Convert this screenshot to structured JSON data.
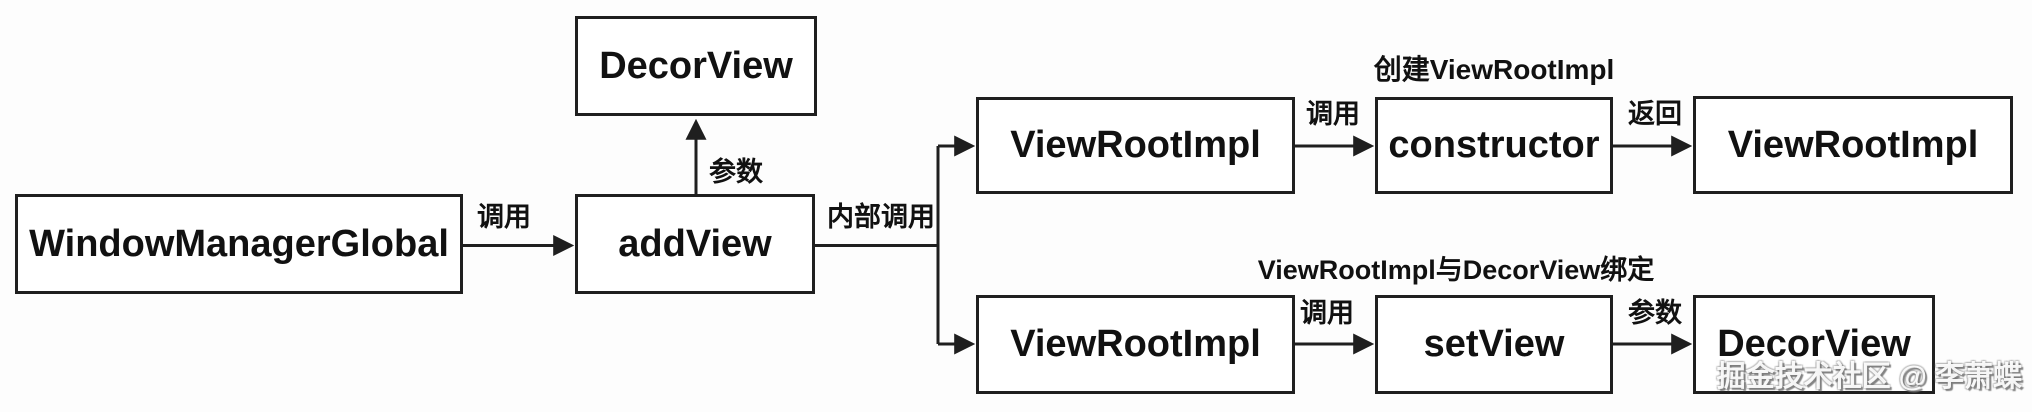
{
  "nodes": {
    "wmg": {
      "label": "WindowManagerGlobal"
    },
    "add_view": {
      "label": "addView"
    },
    "decor_view_top": {
      "label": "DecorView"
    },
    "vri_top": {
      "label": "ViewRootImpl"
    },
    "constructor": {
      "label": "constructor"
    },
    "vri_result": {
      "label": "ViewRootImpl"
    },
    "vri_bottom": {
      "label": "ViewRootImpl"
    },
    "set_view": {
      "label": "setView"
    },
    "decor_view_bottom": {
      "label": "DecorView"
    }
  },
  "edges": {
    "wmg_to_addview": {
      "label": "调用"
    },
    "addview_to_decorview": {
      "label": "参数"
    },
    "addview_internal": {
      "label": "内部调用"
    },
    "vri_to_constructor": {
      "label": "调用"
    },
    "constructor_to_vri": {
      "label": "返回"
    },
    "vri_to_setview": {
      "label": "调用"
    },
    "setview_to_decorview": {
      "label": "参数"
    }
  },
  "annotations": {
    "constructor_note": "创建ViewRootImpl",
    "setview_note": "ViewRootImpl与DecorView绑定"
  },
  "watermark": {
    "text": "掘金技术社区 @ 李萧蝶"
  },
  "colors": {
    "background": "#fdfdfd",
    "box_fill": "#ffffff",
    "box_border": "#1f1f1f",
    "text": "#111111",
    "arrow": "#1f1f1f",
    "watermark_fill": "#ffffff",
    "watermark_shadow": "#6e6e6e"
  }
}
